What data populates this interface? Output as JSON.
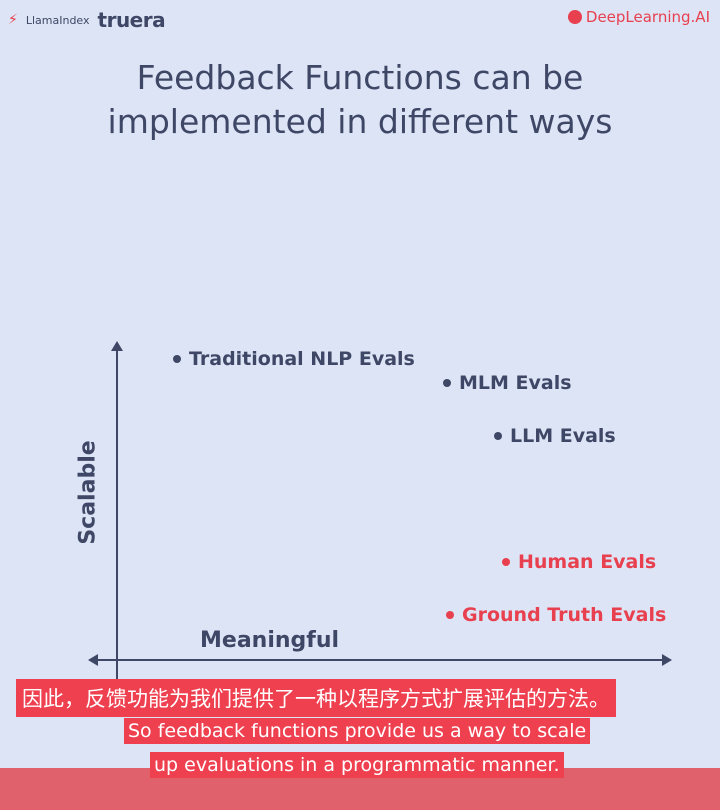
{
  "header": {
    "logo_left_1": "LlamaIndex",
    "logo_left_2": "truera",
    "logo_right": "DeepLearning.AI"
  },
  "title_line1": "Feedback Functions can be",
  "title_line2": "implemented in different ways",
  "chart": {
    "y_label": "Scalable",
    "x_label": "Meaningful",
    "points": [
      {
        "label": "Traditional NLP Evals"
      },
      {
        "label": "MLM Evals"
      },
      {
        "label": "LLM Evals"
      },
      {
        "label": "Human Evals"
      },
      {
        "label": "Ground Truth Evals"
      }
    ]
  },
  "captions": {
    "zh": "因此，反馈功能为我们提供了一种以程序方式扩展评估的方法。",
    "en_line1": "So feedback functions provide us a way to scale",
    "en_line2": "up evaluations in a programmatic manner."
  },
  "colors": {
    "accent": "#e8404e",
    "text": "#3f4766",
    "background": "#dce4f6"
  }
}
